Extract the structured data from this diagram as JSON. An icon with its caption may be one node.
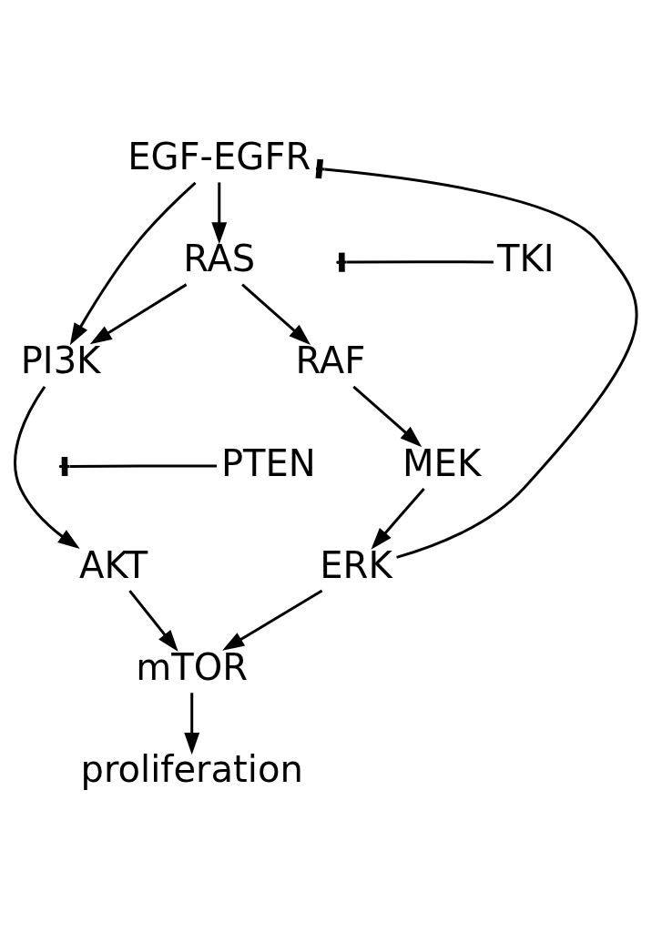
{
  "diagram": {
    "nodes": [
      {
        "text": [
          "EGF-EGFR"
        ]
      },
      {
        "text": [
          "TKI"
        ]
      },
      {
        "text": [
          "RAS"
        ]
      },
      {
        "text": [
          "PI3K"
        ]
      },
      {
        "text": [
          "RAF"
        ]
      },
      {
        "text": [
          "MEK"
        ]
      },
      {
        "text": [
          "PTEN"
        ]
      },
      {
        "text": [
          "ERK"
        ]
      },
      {
        "text": [
          "AKT"
        ]
      },
      {
        "text": [
          "mTOR"
        ]
      },
      {
        "text": [
          "proliferation"
        ]
      }
    ],
    "edges": [
      {
        "from": 1,
        "to": null,
        "arrow": "other"
      },
      {
        "from": 0,
        "to": 2,
        "arrow": "to"
      },
      {
        "from": 0,
        "to": 3,
        "arrow": "to"
      },
      {
        "from": 2,
        "to": 3,
        "arrow": "to"
      },
      {
        "from": 2,
        "to": 4,
        "arrow": "to"
      },
      {
        "from": 4,
        "to": 5,
        "arrow": "to"
      },
      {
        "from": 5,
        "to": 7,
        "arrow": "to"
      },
      {
        "from": 6,
        "to": null,
        "arrow": "other"
      },
      {
        "from": 3,
        "to": 8,
        "arrow": "to"
      },
      {
        "from": 7,
        "to": 0,
        "arrow": "other"
      },
      {
        "from": 7,
        "to": 9,
        "arrow": "to"
      },
      {
        "from": 8,
        "to": 9,
        "arrow": "to"
      },
      {
        "from": 9,
        "to": 10,
        "arrow": "to"
      }
    ]
  }
}
